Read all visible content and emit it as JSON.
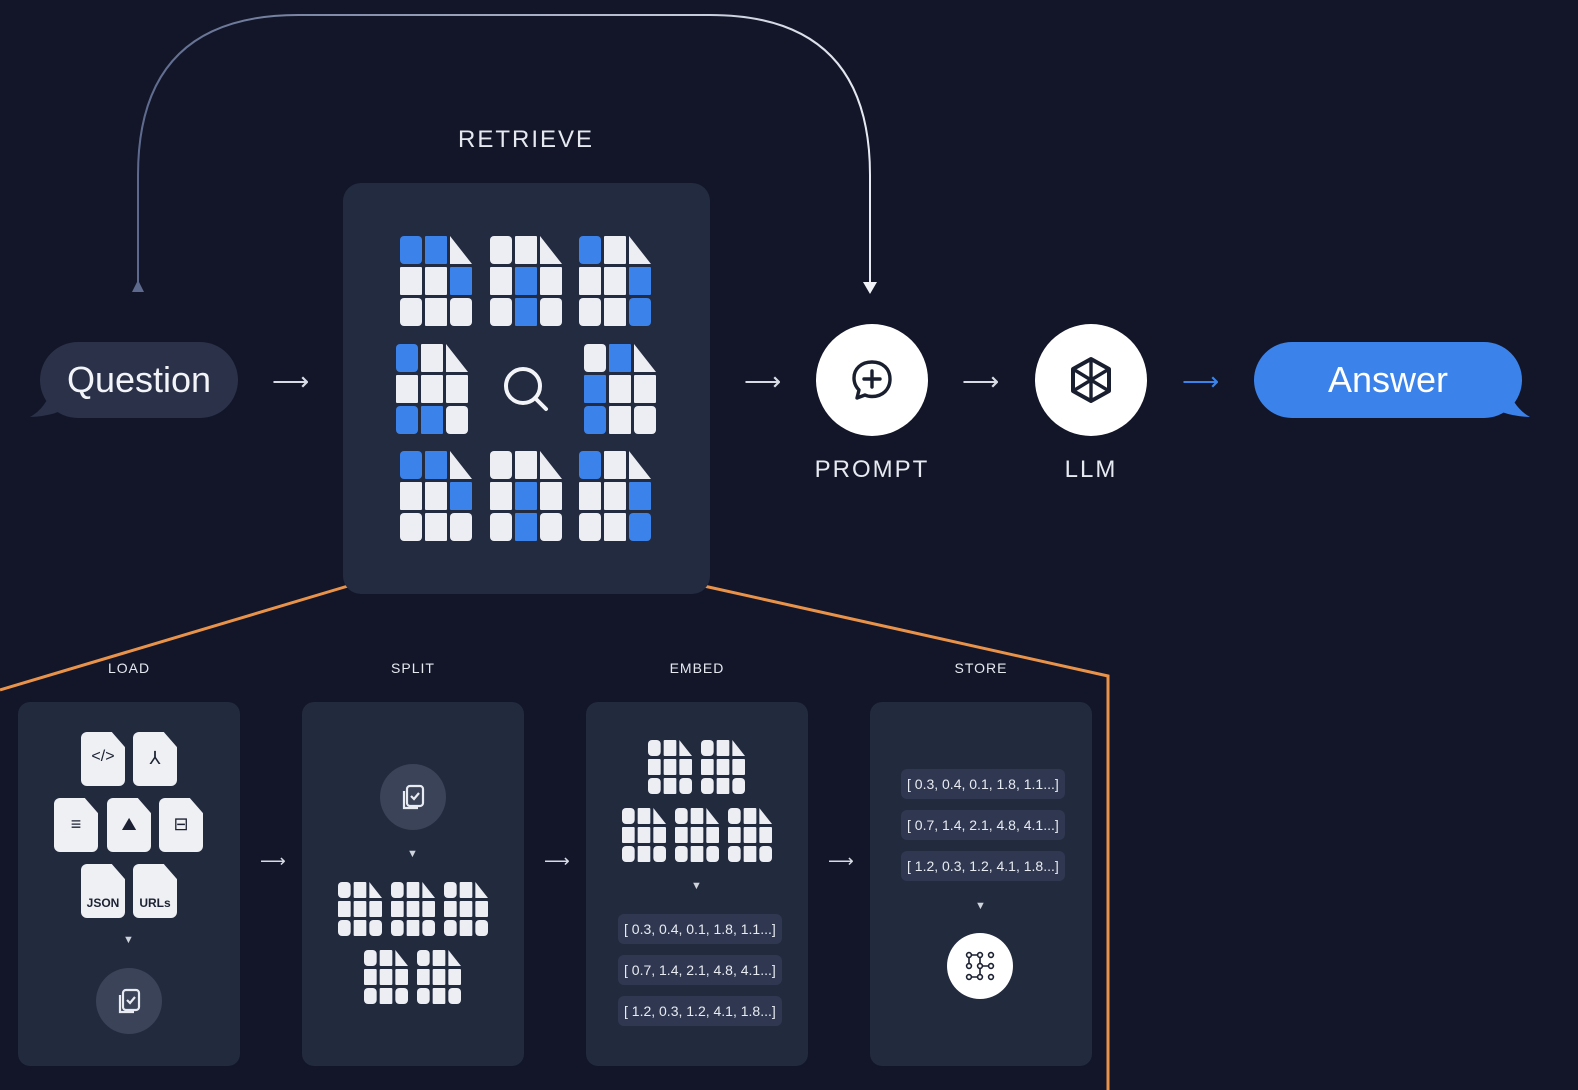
{
  "question": "Question",
  "answer": "Answer",
  "retrieve": "RETRIEVE",
  "prompt": "PROMPT",
  "llm": "LLM",
  "steps": {
    "load": "LOAD",
    "split": "SPLIT",
    "embed": "EMBED",
    "store": "STORE"
  },
  "file_types": {
    "json": "JSON",
    "urls": "URLs"
  },
  "vectors": [
    "[ 0.3, 0.4, 0.1, 1.8, 1.1...]",
    "[ 0.7, 1.4, 2.1, 4.8, 4.1...]",
    "[ 1.2, 0.3, 1.2, 4.1, 1.8...]"
  ],
  "colors": {
    "background": "#121628",
    "panel": "#232b40",
    "accent_blue": "#3b82ea",
    "orange": "#e9934a"
  },
  "icons": [
    "search-icon",
    "chat-plus-icon",
    "cube-icon",
    "copy-check-icon",
    "vector-store-icon",
    "code-file-icon",
    "pdf-file-icon",
    "text-file-icon",
    "image-file-icon",
    "table-file-icon"
  ]
}
